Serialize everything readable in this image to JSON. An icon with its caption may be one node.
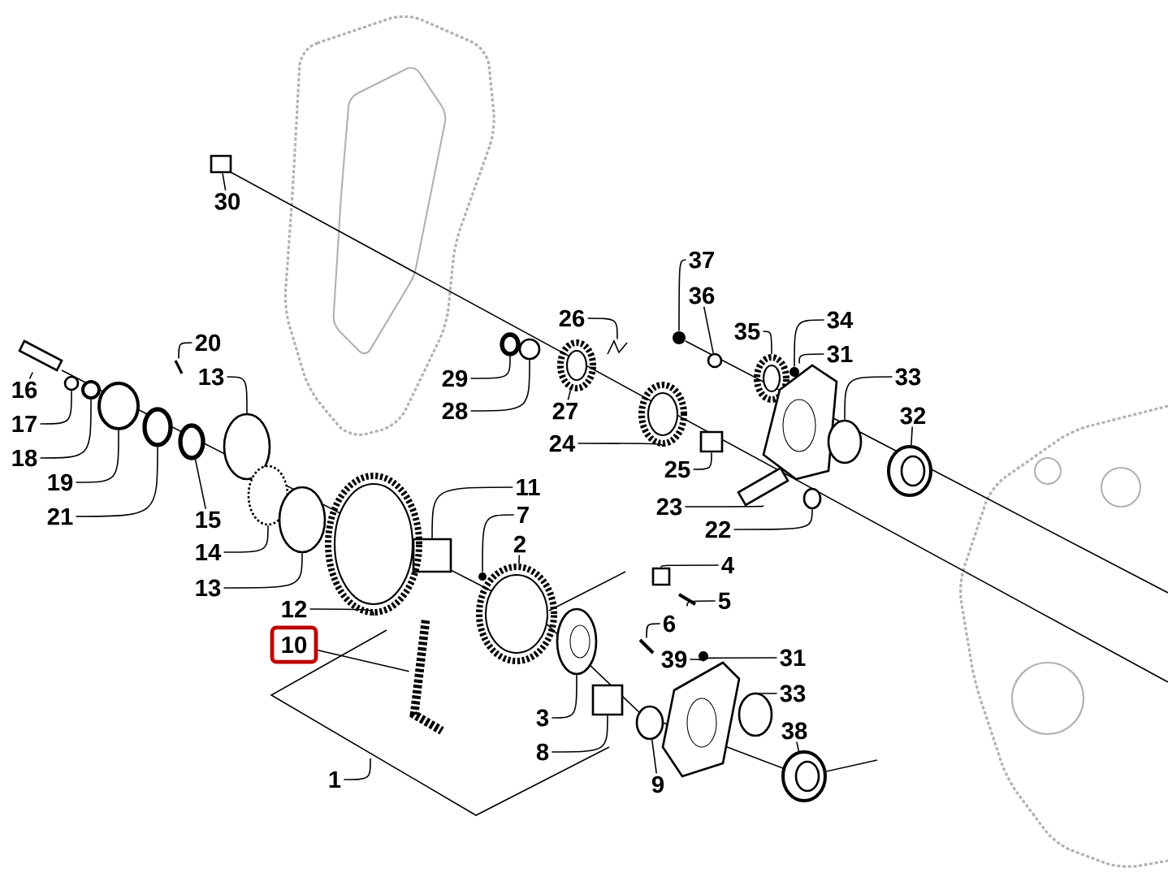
{
  "diagram": {
    "nodes": [
      {
        "text": [
          "30"
        ]
      },
      {
        "text": [
          "37"
        ]
      },
      {
        "text": [
          "36"
        ]
      },
      {
        "text": [
          "26"
        ]
      },
      {
        "text": [
          "34"
        ]
      },
      {
        "text": [
          "35"
        ]
      },
      {
        "text": [
          "20"
        ]
      },
      {
        "text": [
          "31"
        ]
      },
      {
        "text": [
          "29"
        ]
      },
      {
        "text": [
          "33"
        ]
      },
      {
        "text": [
          "13"
        ]
      },
      {
        "text": [
          "16"
        ]
      },
      {
        "text": [
          "28"
        ]
      },
      {
        "text": [
          "27"
        ]
      },
      {
        "text": [
          "32"
        ]
      },
      {
        "text": [
          "17"
        ]
      },
      {
        "text": [
          "24"
        ]
      },
      {
        "text": [
          "18"
        ]
      },
      {
        "text": [
          "25"
        ]
      },
      {
        "text": [
          "19"
        ]
      },
      {
        "text": [
          "11"
        ]
      },
      {
        "text": [
          "23"
        ]
      },
      {
        "text": [
          "7"
        ]
      },
      {
        "text": [
          "21"
        ]
      },
      {
        "text": [
          "15"
        ]
      },
      {
        "text": [
          "22"
        ]
      },
      {
        "text": [
          "2"
        ]
      },
      {
        "text": [
          "14"
        ]
      },
      {
        "text": [
          "4"
        ]
      },
      {
        "text": [
          "13"
        ]
      },
      {
        "text": [
          "5"
        ]
      },
      {
        "text": [
          "12"
        ]
      },
      {
        "text": [
          "6"
        ]
      },
      {
        "text": [
          "10"
        ]
      },
      {
        "text": [
          "31"
        ]
      },
      {
        "text": [
          "39"
        ]
      },
      {
        "text": [
          "33"
        ]
      },
      {
        "text": [
          "3"
        ]
      },
      {
        "text": [
          "38"
        ]
      },
      {
        "text": [
          "8"
        ]
      },
      {
        "text": [
          "1"
        ]
      },
      {
        "text": [
          "9"
        ]
      },
      {
        "text": [],
        "shape": "box"
      },
      {
        "text": [],
        "shape": "circle"
      },
      {
        "text": [],
        "shape": "circle"
      },
      {
        "text": [],
        "shape": "picture"
      },
      {
        "text": [],
        "shape": "circle"
      },
      {
        "text": [],
        "shape": "picture"
      },
      {
        "text": [],
        "shape": "picture"
      },
      {
        "text": [],
        "shape": "picture"
      },
      {
        "text": [],
        "shape": "circle"
      },
      {
        "text": [],
        "shape": "circle"
      },
      {
        "text": [],
        "shape": "circle"
      },
      {
        "text": [],
        "shape": "picture"
      },
      {
        "text": [],
        "shape": "circle"
      },
      {
        "text": [],
        "shape": "picture"
      },
      {
        "text": [],
        "shape": "picture"
      },
      {
        "text": [],
        "shape": "circle"
      },
      {
        "text": [],
        "shape": "picture"
      },
      {
        "text": [],
        "shape": "circle"
      },
      {
        "text": [],
        "shape": "box"
      },
      {
        "text": [],
        "shape": "circle"
      },
      {
        "text": [],
        "shape": "box"
      },
      {
        "text": [],
        "shape": "picture"
      },
      {
        "text": [],
        "shape": "circle"
      },
      {
        "text": [],
        "shape": "circle"
      },
      {
        "text": [],
        "shape": "circle"
      },
      {
        "text": [],
        "shape": "circle"
      },
      {
        "text": [],
        "shape": "picture"
      },
      {
        "text": [],
        "shape": "circle"
      },
      {
        "text": [],
        "shape": "box"
      },
      {
        "text": [],
        "shape": "circle"
      },
      {
        "text": [],
        "shape": "picture"
      },
      {
        "text": [],
        "shape": "picture"
      },
      {
        "text": [],
        "shape": "picture"
      },
      {
        "text": [],
        "shape": "picture"
      },
      {
        "text": [],
        "shape": "picture"
      },
      {
        "text": [],
        "shape": "circle"
      },
      {
        "text": [],
        "shape": "circle"
      },
      {
        "text": [],
        "shape": "picture"
      },
      {
        "text": [],
        "shape": "picture"
      },
      {
        "text": [],
        "shape": "box"
      },
      {
        "text": [],
        "shape": "circle"
      }
    ],
    "edges": [
      {
        "from": 0,
        "to": 42,
        "arrow": "none"
      },
      {
        "from": 1,
        "to": 43,
        "arrow": "none"
      },
      {
        "from": 2,
        "to": 44,
        "arrow": "none"
      },
      {
        "from": 3,
        "to": 45,
        "arrow": "none"
      },
      {
        "from": 4,
        "to": 46,
        "arrow": "none"
      },
      {
        "from": 5,
        "to": 47,
        "arrow": "none"
      },
      {
        "from": 6,
        "to": 48,
        "arrow": "none"
      },
      {
        "from": 7,
        "to": 49,
        "arrow": "none"
      },
      {
        "from": 8,
        "to": 50,
        "arrow": "none"
      },
      {
        "from": 9,
        "to": 51,
        "arrow": "none"
      },
      {
        "from": 10,
        "to": 52,
        "arrow": "none"
      },
      {
        "from": 11,
        "to": 53,
        "arrow": "none"
      },
      {
        "from": 12,
        "to": 54,
        "arrow": "none"
      },
      {
        "from": 13,
        "to": 55,
        "arrow": "none"
      },
      {
        "from": 14,
        "to": 56,
        "arrow": "none"
      },
      {
        "from": 15,
        "to": 57,
        "arrow": "none"
      },
      {
        "from": 16,
        "to": 58,
        "arrow": "none"
      },
      {
        "from": 17,
        "to": 59,
        "arrow": "none"
      },
      {
        "from": 18,
        "to": 60,
        "arrow": "none"
      },
      {
        "from": 19,
        "to": 61,
        "arrow": "none"
      },
      {
        "from": 20,
        "to": 62,
        "arrow": "none"
      },
      {
        "from": 21,
        "to": 63,
        "arrow": "none"
      },
      {
        "from": 22,
        "to": 64,
        "arrow": "none"
      },
      {
        "from": 23,
        "to": 65,
        "arrow": "none"
      },
      {
        "from": 24,
        "to": 66,
        "arrow": "none"
      },
      {
        "from": 25,
        "to": 67,
        "arrow": "none"
      },
      {
        "from": 26,
        "to": 68,
        "arrow": "none"
      },
      {
        "from": 27,
        "to": 69,
        "arrow": "none"
      },
      {
        "from": 28,
        "to": 70,
        "arrow": "none"
      },
      {
        "from": 29,
        "to": 71,
        "arrow": "none"
      },
      {
        "from": 30,
        "to": 72,
        "arrow": "none"
      },
      {
        "from": 31,
        "to": 73,
        "arrow": "none"
      },
      {
        "from": 32,
        "to": 74,
        "arrow": "none"
      },
      {
        "from": 33,
        "to": 75,
        "arrow": "none"
      },
      {
        "from": 34,
        "to": 76,
        "arrow": "none"
      },
      {
        "from": 35,
        "to": 77,
        "arrow": "none"
      },
      {
        "from": 36,
        "to": 78,
        "arrow": "none"
      },
      {
        "from": 37,
        "to": 79,
        "arrow": "none"
      },
      {
        "from": 38,
        "to": 80,
        "arrow": "none"
      },
      {
        "from": 39,
        "to": 81,
        "arrow": "none"
      },
      {
        "from": 40,
        "to": null,
        "arrow": "none"
      },
      {
        "from": 41,
        "to": 82,
        "arrow": "none"
      }
    ]
  }
}
